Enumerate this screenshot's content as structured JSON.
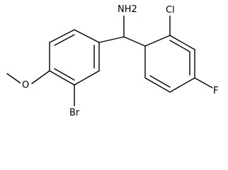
{
  "structure": {
    "atoms": {
      "amine": "NH2",
      "chlorine": "Cl",
      "bromine": "Br",
      "fluorine": "F",
      "oxygen": "O"
    }
  },
  "colors": {
    "bond": "#000000",
    "label": "#000000",
    "background": "#ffffff"
  }
}
